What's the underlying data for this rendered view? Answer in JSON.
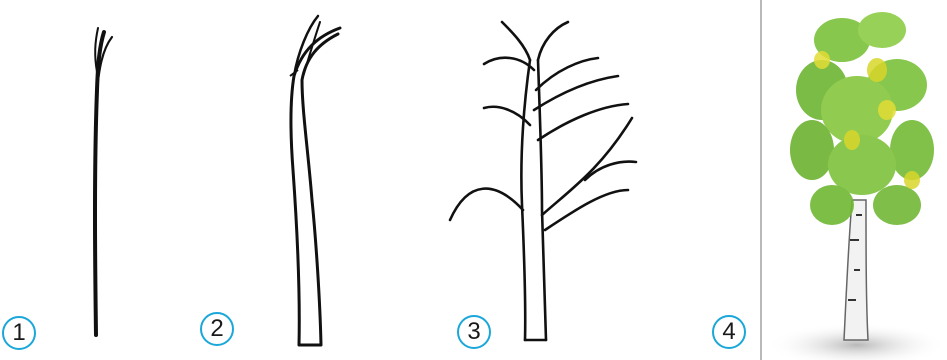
{
  "steps": [
    {
      "number": "1"
    },
    {
      "number": "2"
    },
    {
      "number": "3"
    },
    {
      "number": "4"
    }
  ],
  "colors": {
    "badge_border": "#1ba7d9",
    "line": "#111111",
    "leaf_green": "#7cc23a",
    "leaf_yellow": "#d8d62a",
    "divider": "#b9b9b9"
  },
  "icons": {
    "step1": "birch-stem-line-icon",
    "step2": "birch-trunk-outline-icon",
    "step3": "birch-branches-outline-icon",
    "step4": "birch-tree-watercolor-icon"
  }
}
